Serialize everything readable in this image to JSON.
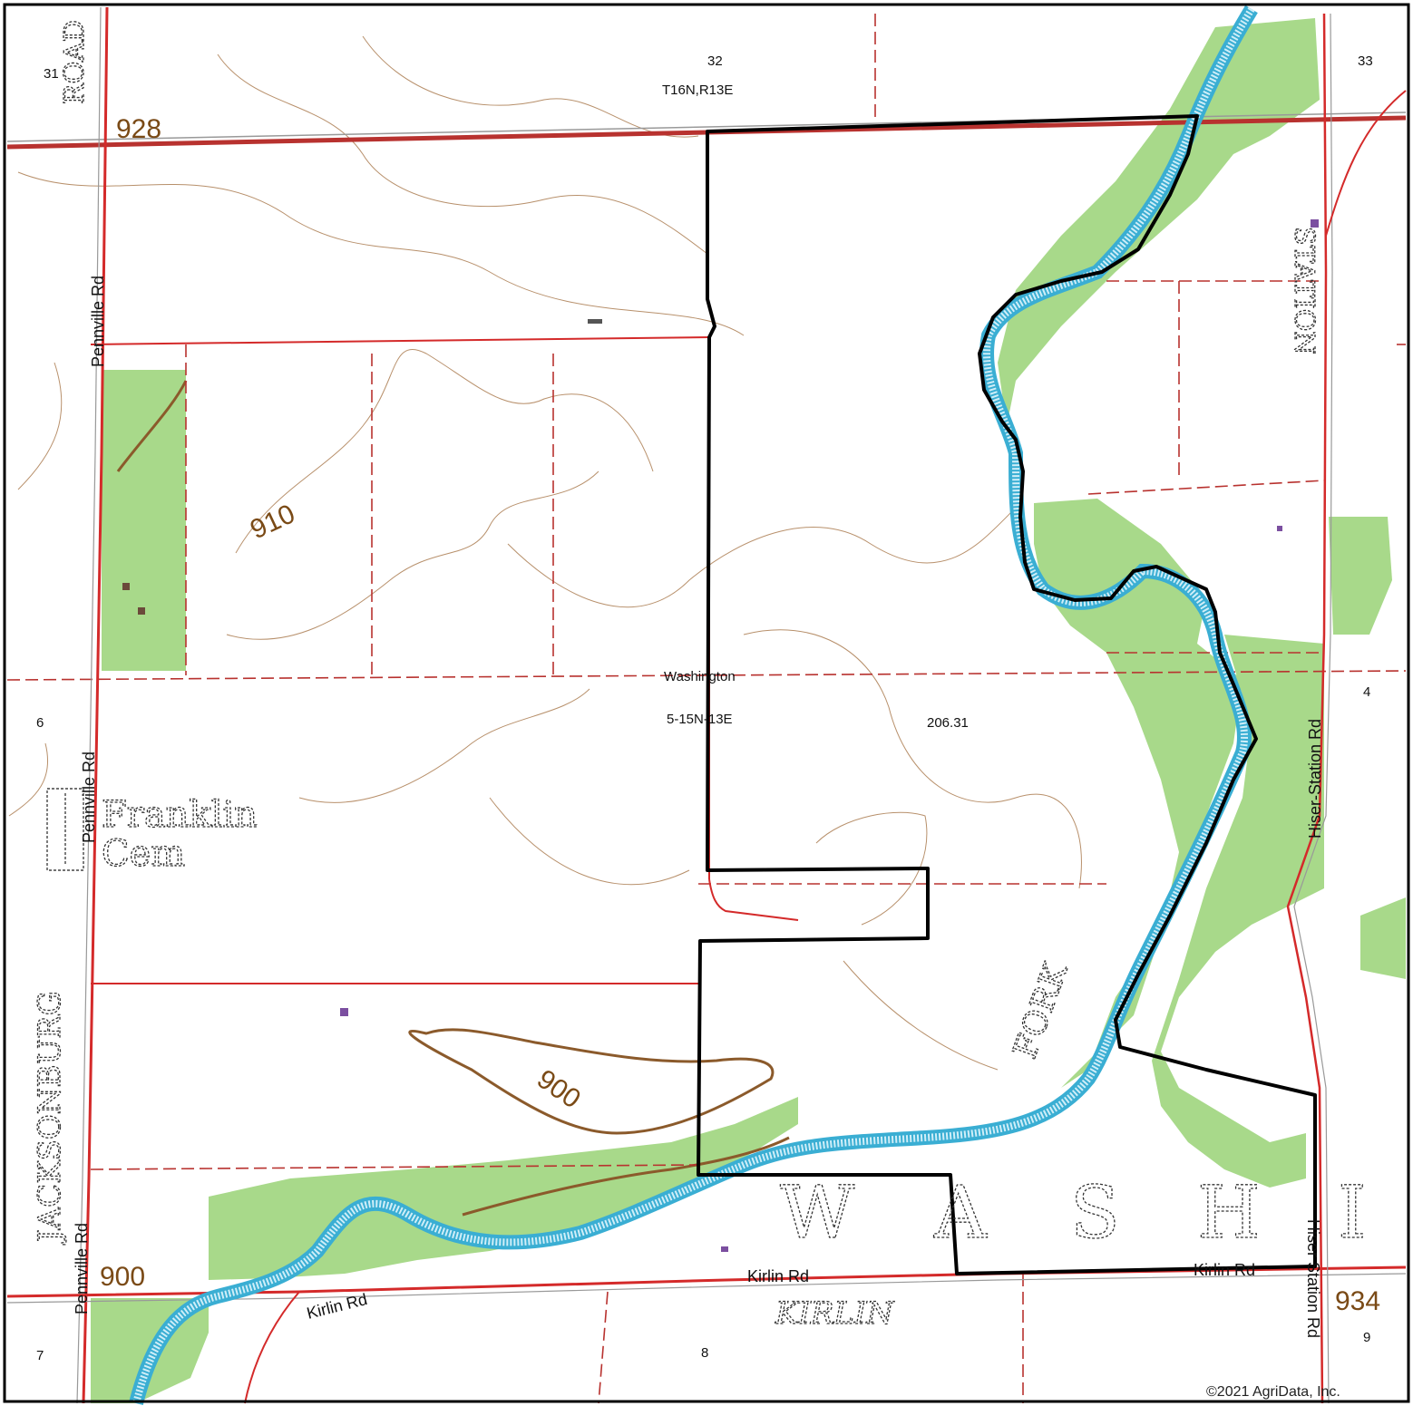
{
  "map": {
    "township_label": "T16N,R13E",
    "section_label": "Washington",
    "section_code": "5-15N-13E",
    "acreage": "206.31",
    "copyright": "©2021 AgriData, Inc.",
    "sections": [
      "31",
      "32",
      "33",
      "6",
      "4",
      "7",
      "8",
      "9"
    ],
    "road_labels": [
      "Pennville Rd",
      "Pennville Rd",
      "Pennville Rd",
      "Hiser-Station Rd",
      "Hiser Station Rd",
      "Kirlin Rd",
      "Kirlin Rd",
      "Kirlin Rd"
    ],
    "contour_labels": [
      "910",
      "900",
      "928",
      "900",
      "934"
    ],
    "place_labels": [
      "Franklin",
      "Cem"
    ],
    "stylized_labels": [
      "JACKSONBURG",
      "ROAD",
      "STATION",
      "KIRLIN",
      "W",
      "A",
      "S",
      "H",
      "I",
      "FORK"
    ],
    "colors": {
      "boundary": "#000000",
      "road": "#d42a2a",
      "woods": "#a8d98a",
      "water": "#3aaed3",
      "contour": "#a06b3a",
      "section_line": "#b8322f"
    }
  }
}
